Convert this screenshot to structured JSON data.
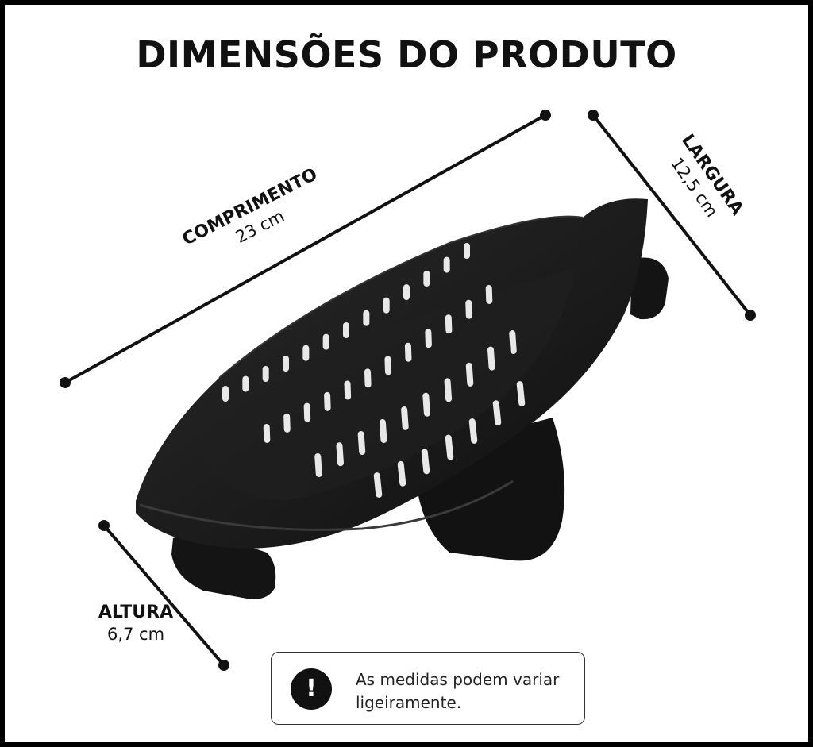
{
  "title": "DIMENSÕES DO PRODUTO",
  "dimensions": {
    "length": {
      "label": "COMPRIMENTO",
      "value": "23 cm"
    },
    "width": {
      "label": "LARGURA",
      "value": "12,5 cm"
    },
    "height": {
      "label": "ALTURA",
      "value": "6,7 cm"
    }
  },
  "notice": {
    "icon": "exclamation-icon",
    "symbol": "!",
    "text": "As medidas podem variar ligeiramente."
  },
  "colors": {
    "background": "#ffffff",
    "frame": "#000000",
    "product": "#1c1c1c",
    "text": "#111111"
  }
}
